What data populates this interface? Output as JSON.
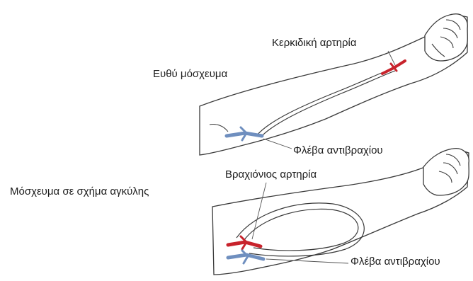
{
  "figure": {
    "top_panel": {
      "radial_artery_label": "Κερκιδική αρτηρία",
      "graft_type_label": "Ευθύ μόσχευμα",
      "forearm_vein_label": "Φλέβα αντιβραχίου"
    },
    "bottom_panel": {
      "brachial_artery_label": "Βραχιόνιος αρτηρία",
      "graft_type_label": "Μόσχευμα σε σχήμα αγκύλης",
      "forearm_vein_label": "Φλέβα αντιβραχίου"
    },
    "colors": {
      "outline": "#3a3a3a",
      "artery": "#c8232c",
      "vein": "#6f8fbf",
      "skin": "#ffffff",
      "leader": "#555555"
    }
  }
}
